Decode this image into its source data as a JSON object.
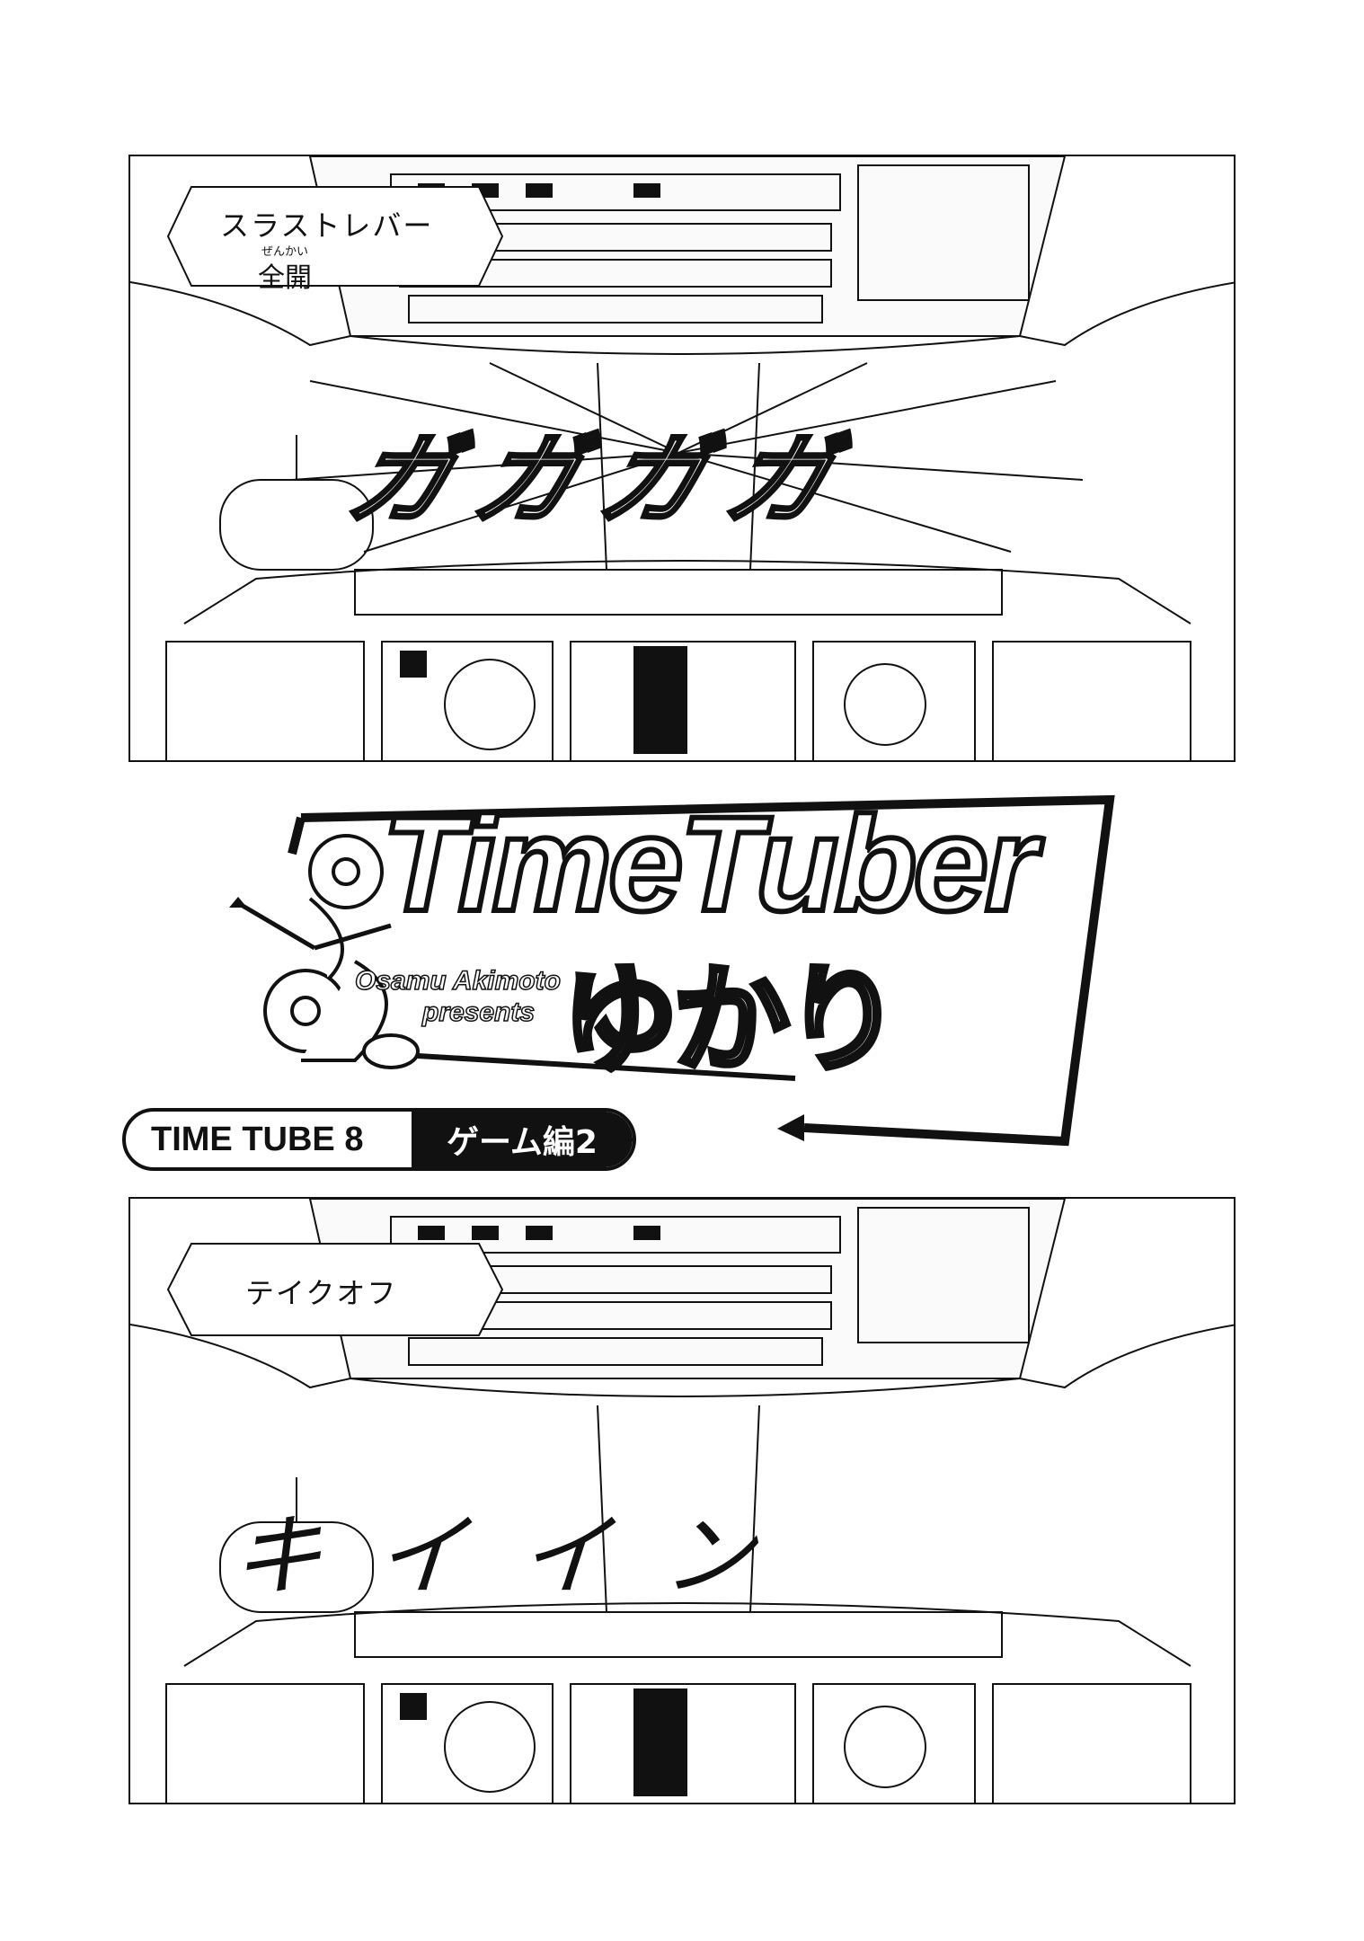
{
  "panels": [
    {
      "caption_main": "スラストレバー",
      "caption_ruby": "ぜんかい",
      "caption_sub": "全開",
      "sfx": "ガガガガ"
    },
    {
      "caption_main": "テイクオフ",
      "sfx": "キイイン"
    }
  ],
  "logo": {
    "title": "TimeTuber",
    "author": "Osamu Akimoto",
    "presents": "presents",
    "kana": "ゆかり",
    "icon": "clock-projector-icon"
  },
  "chapter": {
    "number": "TIME TUBE 8",
    "title": "ゲーム編2"
  },
  "colors": {
    "ink": "#111111",
    "paper": "#ffffff"
  }
}
